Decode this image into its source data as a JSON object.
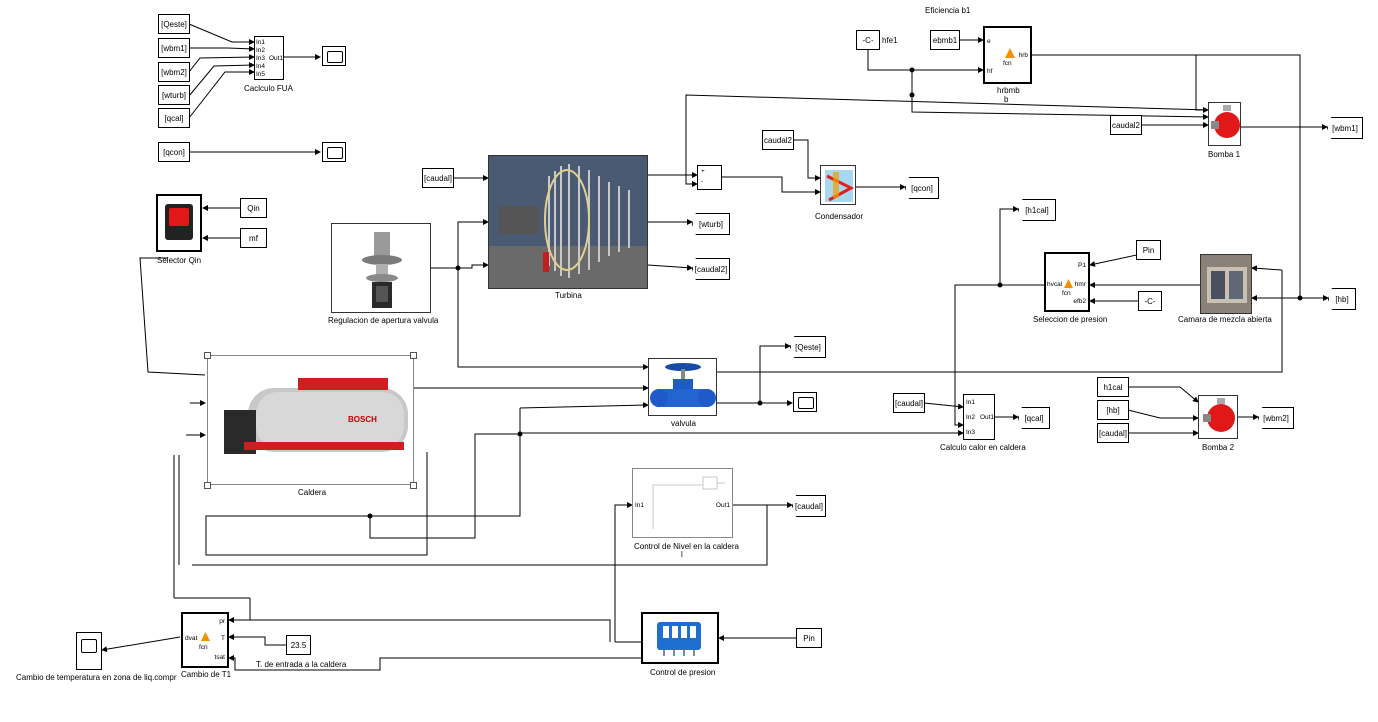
{
  "window": {
    "title": "Eficiencia b1"
  },
  "goto_from": {
    "qeste_from": "[Qeste]",
    "wbm1_from": "[wbm1]",
    "wbm2_from": "[wbm2]",
    "wturb_from": "[wturb]",
    "qcal_from": "[qcal]",
    "qcon_from": "[qcon]",
    "caudal_turb": "[caudal]",
    "caudal2_cond": "caudal2",
    "qcon_goto": "[qcon]",
    "wturb_goto": "[wturb]",
    "caudal2_goto": "[caudal2]",
    "h1cal_goto": "[h1cal]",
    "caudal2_b1": "caudal2",
    "wbm1_goto": "[wbm1]",
    "hb_goto": "[hb]",
    "qeste_goto": "[Qeste]",
    "caudal_cc": "[caudal]",
    "qcal_goto": "[qcal]",
    "caudal_goto": "[caudal]",
    "h1cal_from": "h1cal",
    "hb_from": "[hb]",
    "caudal_b2": "[caudal]",
    "wbm2_goto": "[wbm2]"
  },
  "constants": {
    "qin": "Qin",
    "mf": "mf",
    "c1": "-C-",
    "hfe1": "hfe1",
    "ebmb1": "ebmb1",
    "pin1": "Pin",
    "c2": "-C-",
    "t_value": "23.5",
    "pin2": "Pin"
  },
  "blocks": {
    "fua": {
      "name": "Caclculo FUA",
      "ports_in": [
        "In1",
        "In2",
        "In3",
        "In4",
        "In5"
      ],
      "port_out": "Out1"
    },
    "selector": {
      "name": "Selector Qin"
    },
    "regulacion": {
      "name": "Regulacion de apertura valvula"
    },
    "turbina": {
      "name": "Turbina"
    },
    "condensador": {
      "name": "Condensador"
    },
    "sum": {
      "plus": "+",
      "minus": "-"
    },
    "hrbmb": {
      "name_line1": "hrbmb",
      "name_line2": "b",
      "in_e": "e",
      "in_hf": "hf",
      "center": "fcn",
      "out": "hrb"
    },
    "bomba1": {
      "name": "Bomba 1"
    },
    "seleccion": {
      "name": "Seleccion de presion",
      "in": "hvcal",
      "center": "fcn",
      "p1": "P1",
      "hmr": "hmr",
      "efb2": "efb2"
    },
    "camara": {
      "name": "Camara de mezcla abierta"
    },
    "caldera": {
      "name": "Caldera",
      "brand": "BOSCH"
    },
    "valvula": {
      "name": "valvula"
    },
    "calor_caldera": {
      "name": "Calculo calor en caldera",
      "in1": "In1",
      "in2": "In2",
      "in3": "In3",
      "out": "Out1"
    },
    "bomba2": {
      "name": "Bomba 2"
    },
    "nivel": {
      "name_line1": "Control de Nivel en la caldera",
      "name_line2": "l",
      "in": "In1",
      "out": "Out1"
    },
    "control_presion": {
      "name": "Control de presion"
    },
    "cambio_t1": {
      "name": "Cambio de T1",
      "in_pr": "pr",
      "in_t": "T",
      "in_tsat": "tsat",
      "out": "dvat",
      "center": "fcn"
    },
    "t_label": {
      "name": "T. de entrada a la caldera"
    },
    "scope_cambio": {
      "name": "Cambio de temperatura en zona de liq.compr"
    }
  },
  "colors": {
    "line": "#000000",
    "pump": "#e01818",
    "accent": "#f29000"
  }
}
